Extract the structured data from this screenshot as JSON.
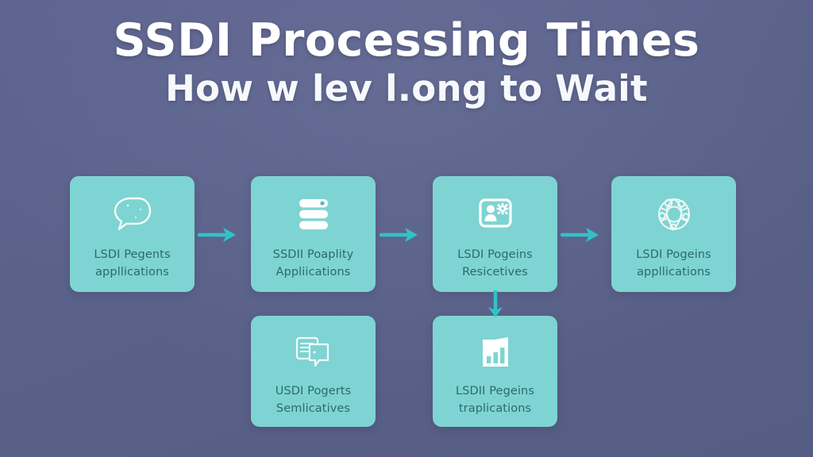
{
  "header": {
    "title": "SSDI Processing Times",
    "subtitle": "How w lev l.ong to Wait"
  },
  "theme": {
    "background_color": "#5a6189",
    "card_color": "#7ed4d2",
    "card_text_color": "#2b6a6c",
    "arrow_color": "#2fc3c9",
    "title_color": "#ffffff"
  },
  "flow": {
    "top_row": [
      {
        "id": "step-1",
        "icon": "speech-bubble-icon",
        "label": "LSDI Pegents\nappllications"
      },
      {
        "id": "step-2",
        "icon": "server-stack-icon",
        "label": "SSDII Poaplity\nAppliications"
      },
      {
        "id": "step-3",
        "icon": "user-settings-icon",
        "label": "LSDI Pogeins\nResicetives"
      },
      {
        "id": "step-4",
        "icon": "network-globe-icon",
        "label": "LSDI Pogeins\nappllications"
      }
    ],
    "bottom_row": [
      {
        "id": "step-5",
        "icon": "documents-icon",
        "label": "USDI Pogerts\nSemlicatives"
      },
      {
        "id": "step-6",
        "icon": "bar-chart-icon",
        "label": "LSDII Pegeins\ntraplications"
      }
    ],
    "connectors": [
      {
        "id": "connector-1",
        "direction": "right",
        "from": "step-1",
        "to": "step-2"
      },
      {
        "id": "connector-2",
        "direction": "right",
        "from": "step-2",
        "to": "step-3"
      },
      {
        "id": "connector-3",
        "direction": "right",
        "from": "step-3",
        "to": "step-4"
      },
      {
        "id": "connector-4",
        "direction": "down",
        "from": "step-3",
        "to": "step-6"
      }
    ]
  }
}
